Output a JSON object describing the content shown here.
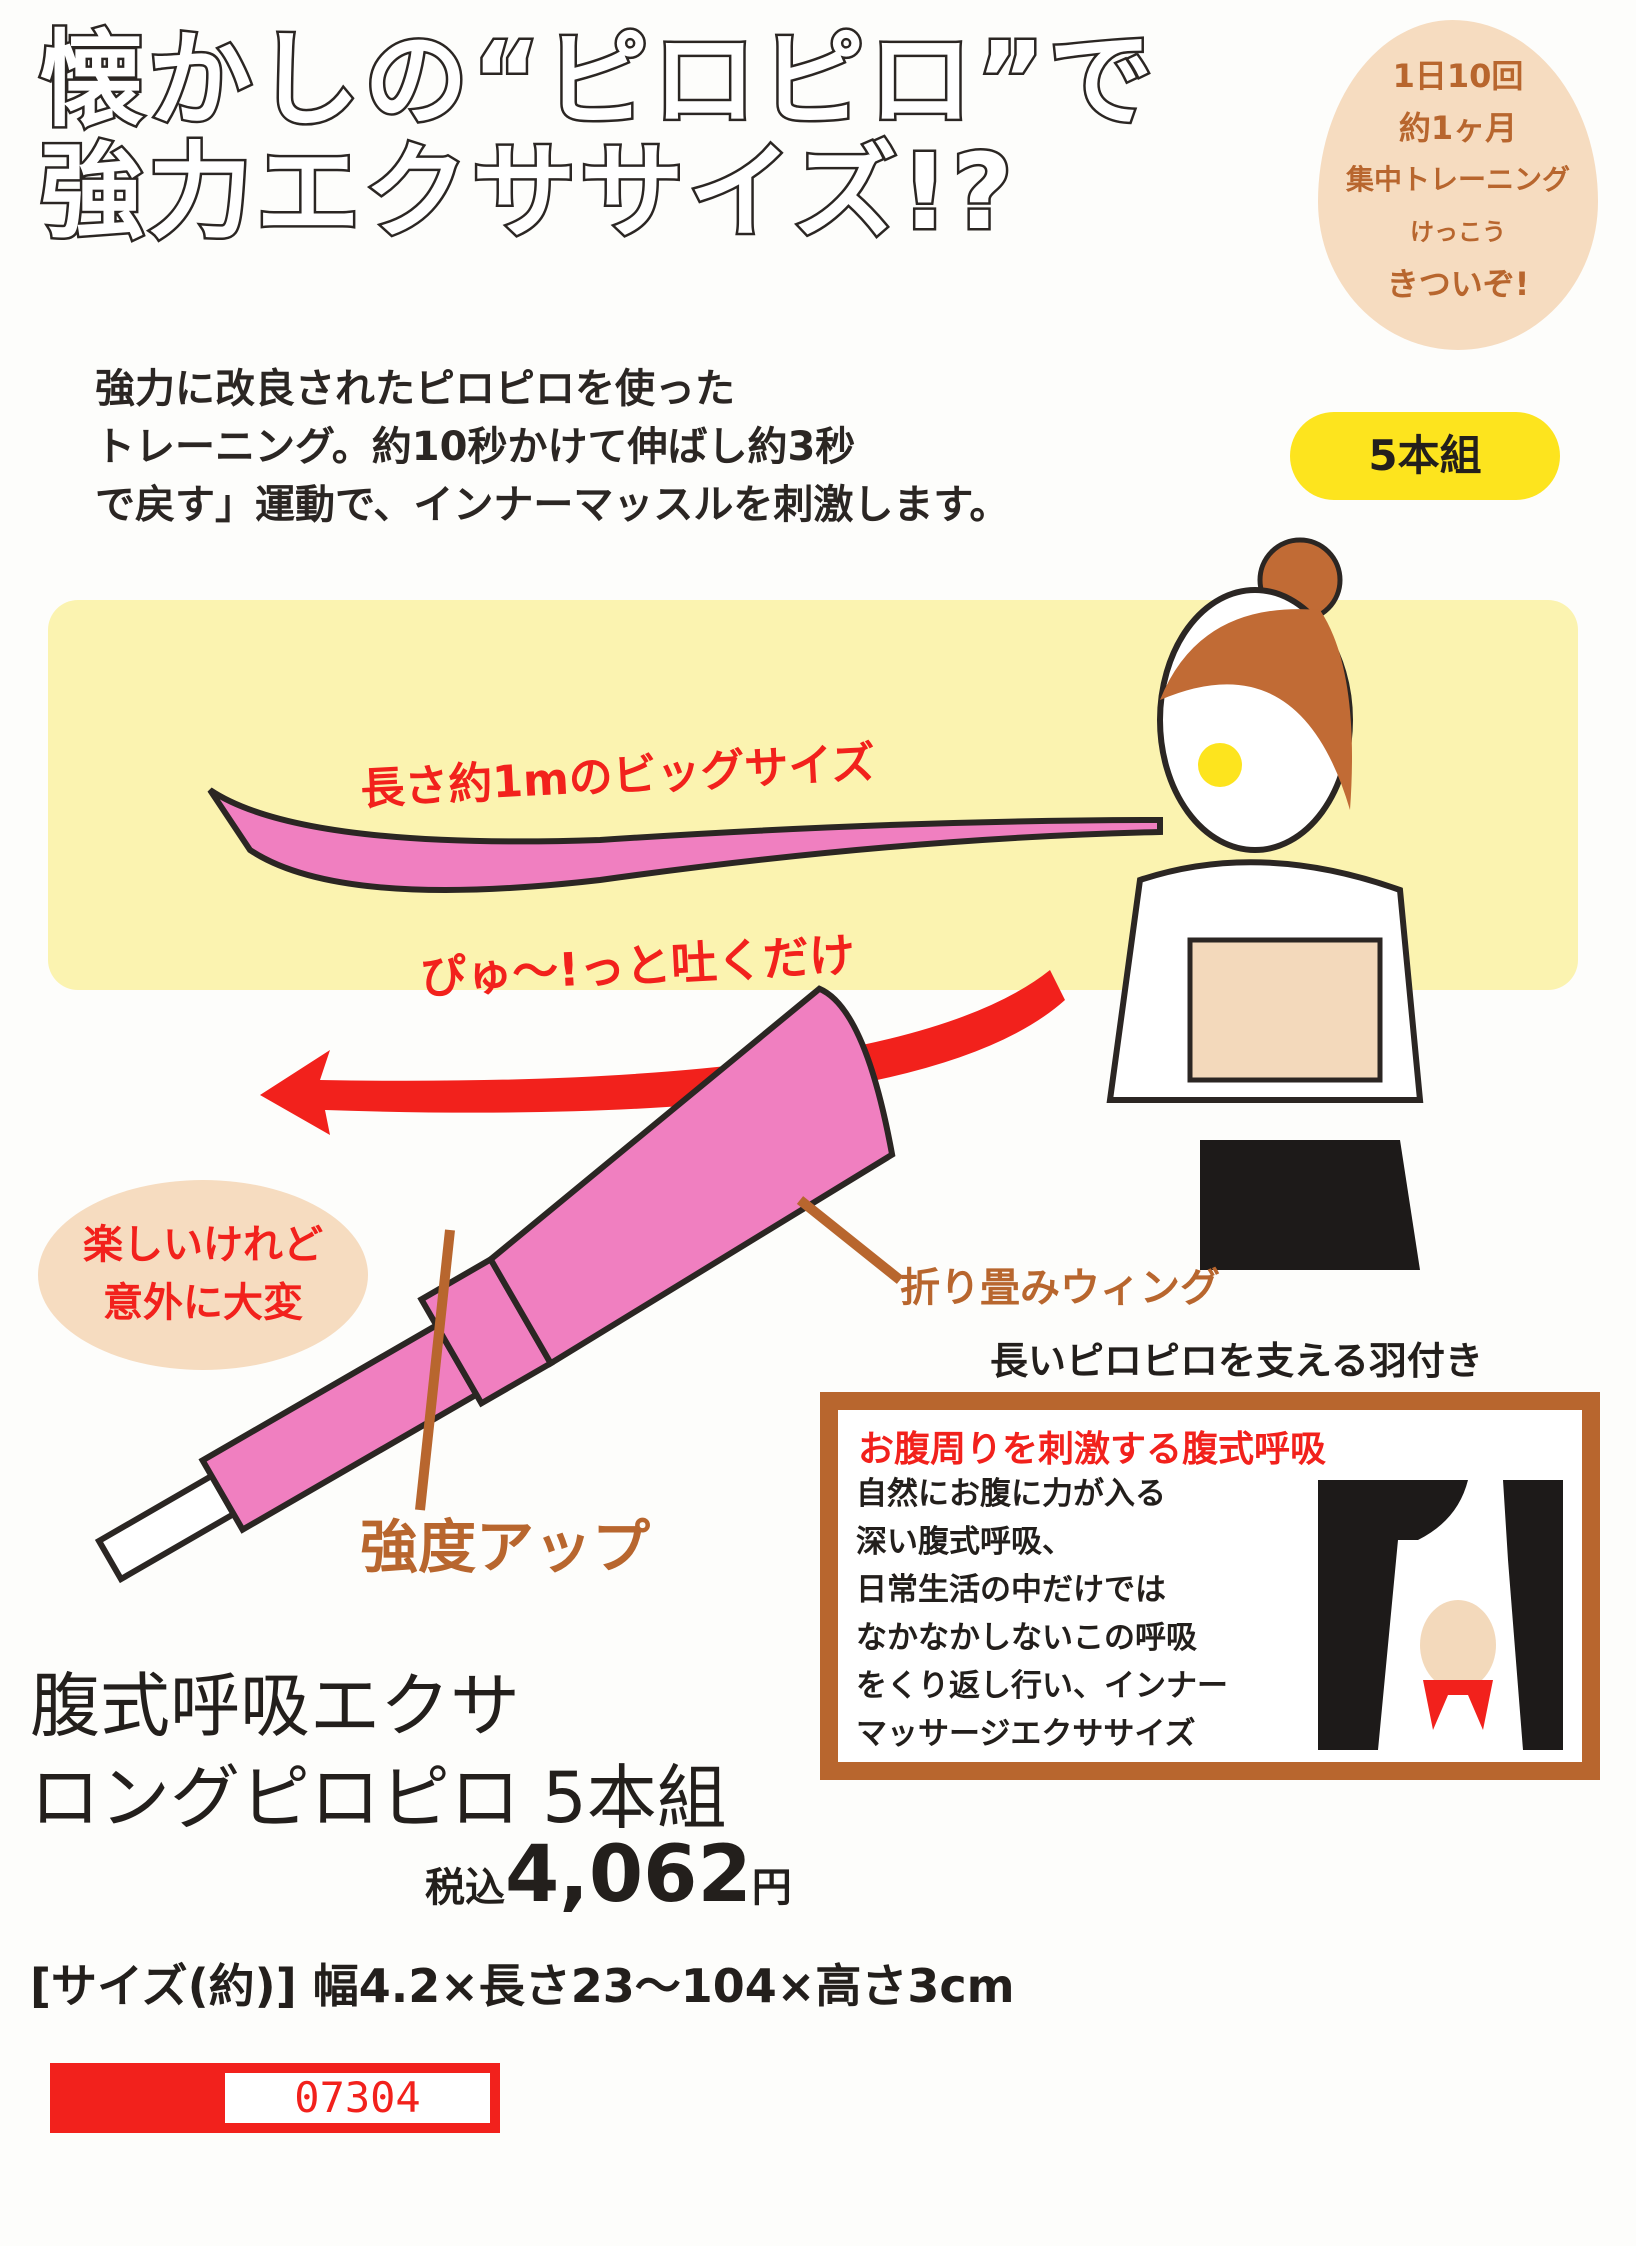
{
  "headline": {
    "line1": "懐かしの“ピロピロ”で",
    "line2": "強力エクササイズ!?"
  },
  "note_bubble": {
    "lines": [
      "1日10回",
      "約1ヶ月",
      "集中トレーニング",
      "けっこう",
      "きついぞ!"
    ]
  },
  "intro": {
    "lines": [
      "強力に改良されたピロピロを使った",
      "トレーニング。約10秒かけて伸ばし約3秒",
      "で戻す」運動で、インナーマッスルを刺激します。"
    ]
  },
  "set_badge": "5本組",
  "labels": {
    "big_size": "長さ約1mのビッグサイズ",
    "blow": "ぴゅ〜!っと吐くだけ",
    "fun_but_hard": [
      "楽しいけれど",
      "意外に大変"
    ],
    "wing": "折り畳みウィング",
    "wing_note": "長いピロピロを支える羽付き",
    "mouthpiece": "強度アップ"
  },
  "info_box": {
    "heading": "お腹周りを刺激する腹式呼吸",
    "lines": [
      "自然にお腹に力が入る",
      "深い腹式呼吸、",
      "日常生活の中だけでは",
      "なかなかしないこの呼吸",
      "をくり返し行い、インナー",
      "マッサージエクササイズ"
    ]
  },
  "product": {
    "name_line1": "腹式呼吸エクサ",
    "name_line2": "ロングピロピロ 5本組",
    "price_prefix": "税込",
    "price": "4,062",
    "price_unit": "円",
    "size": "[サイズ(約)] 幅4.2×長さ23〜104×高さ3cm",
    "code": "07304"
  },
  "colors": {
    "pink": "#f07fc0",
    "red": "#f2211c",
    "brown": "#b8662e",
    "yellow": "#fbf3b0",
    "peach": "#f6dcc0"
  }
}
